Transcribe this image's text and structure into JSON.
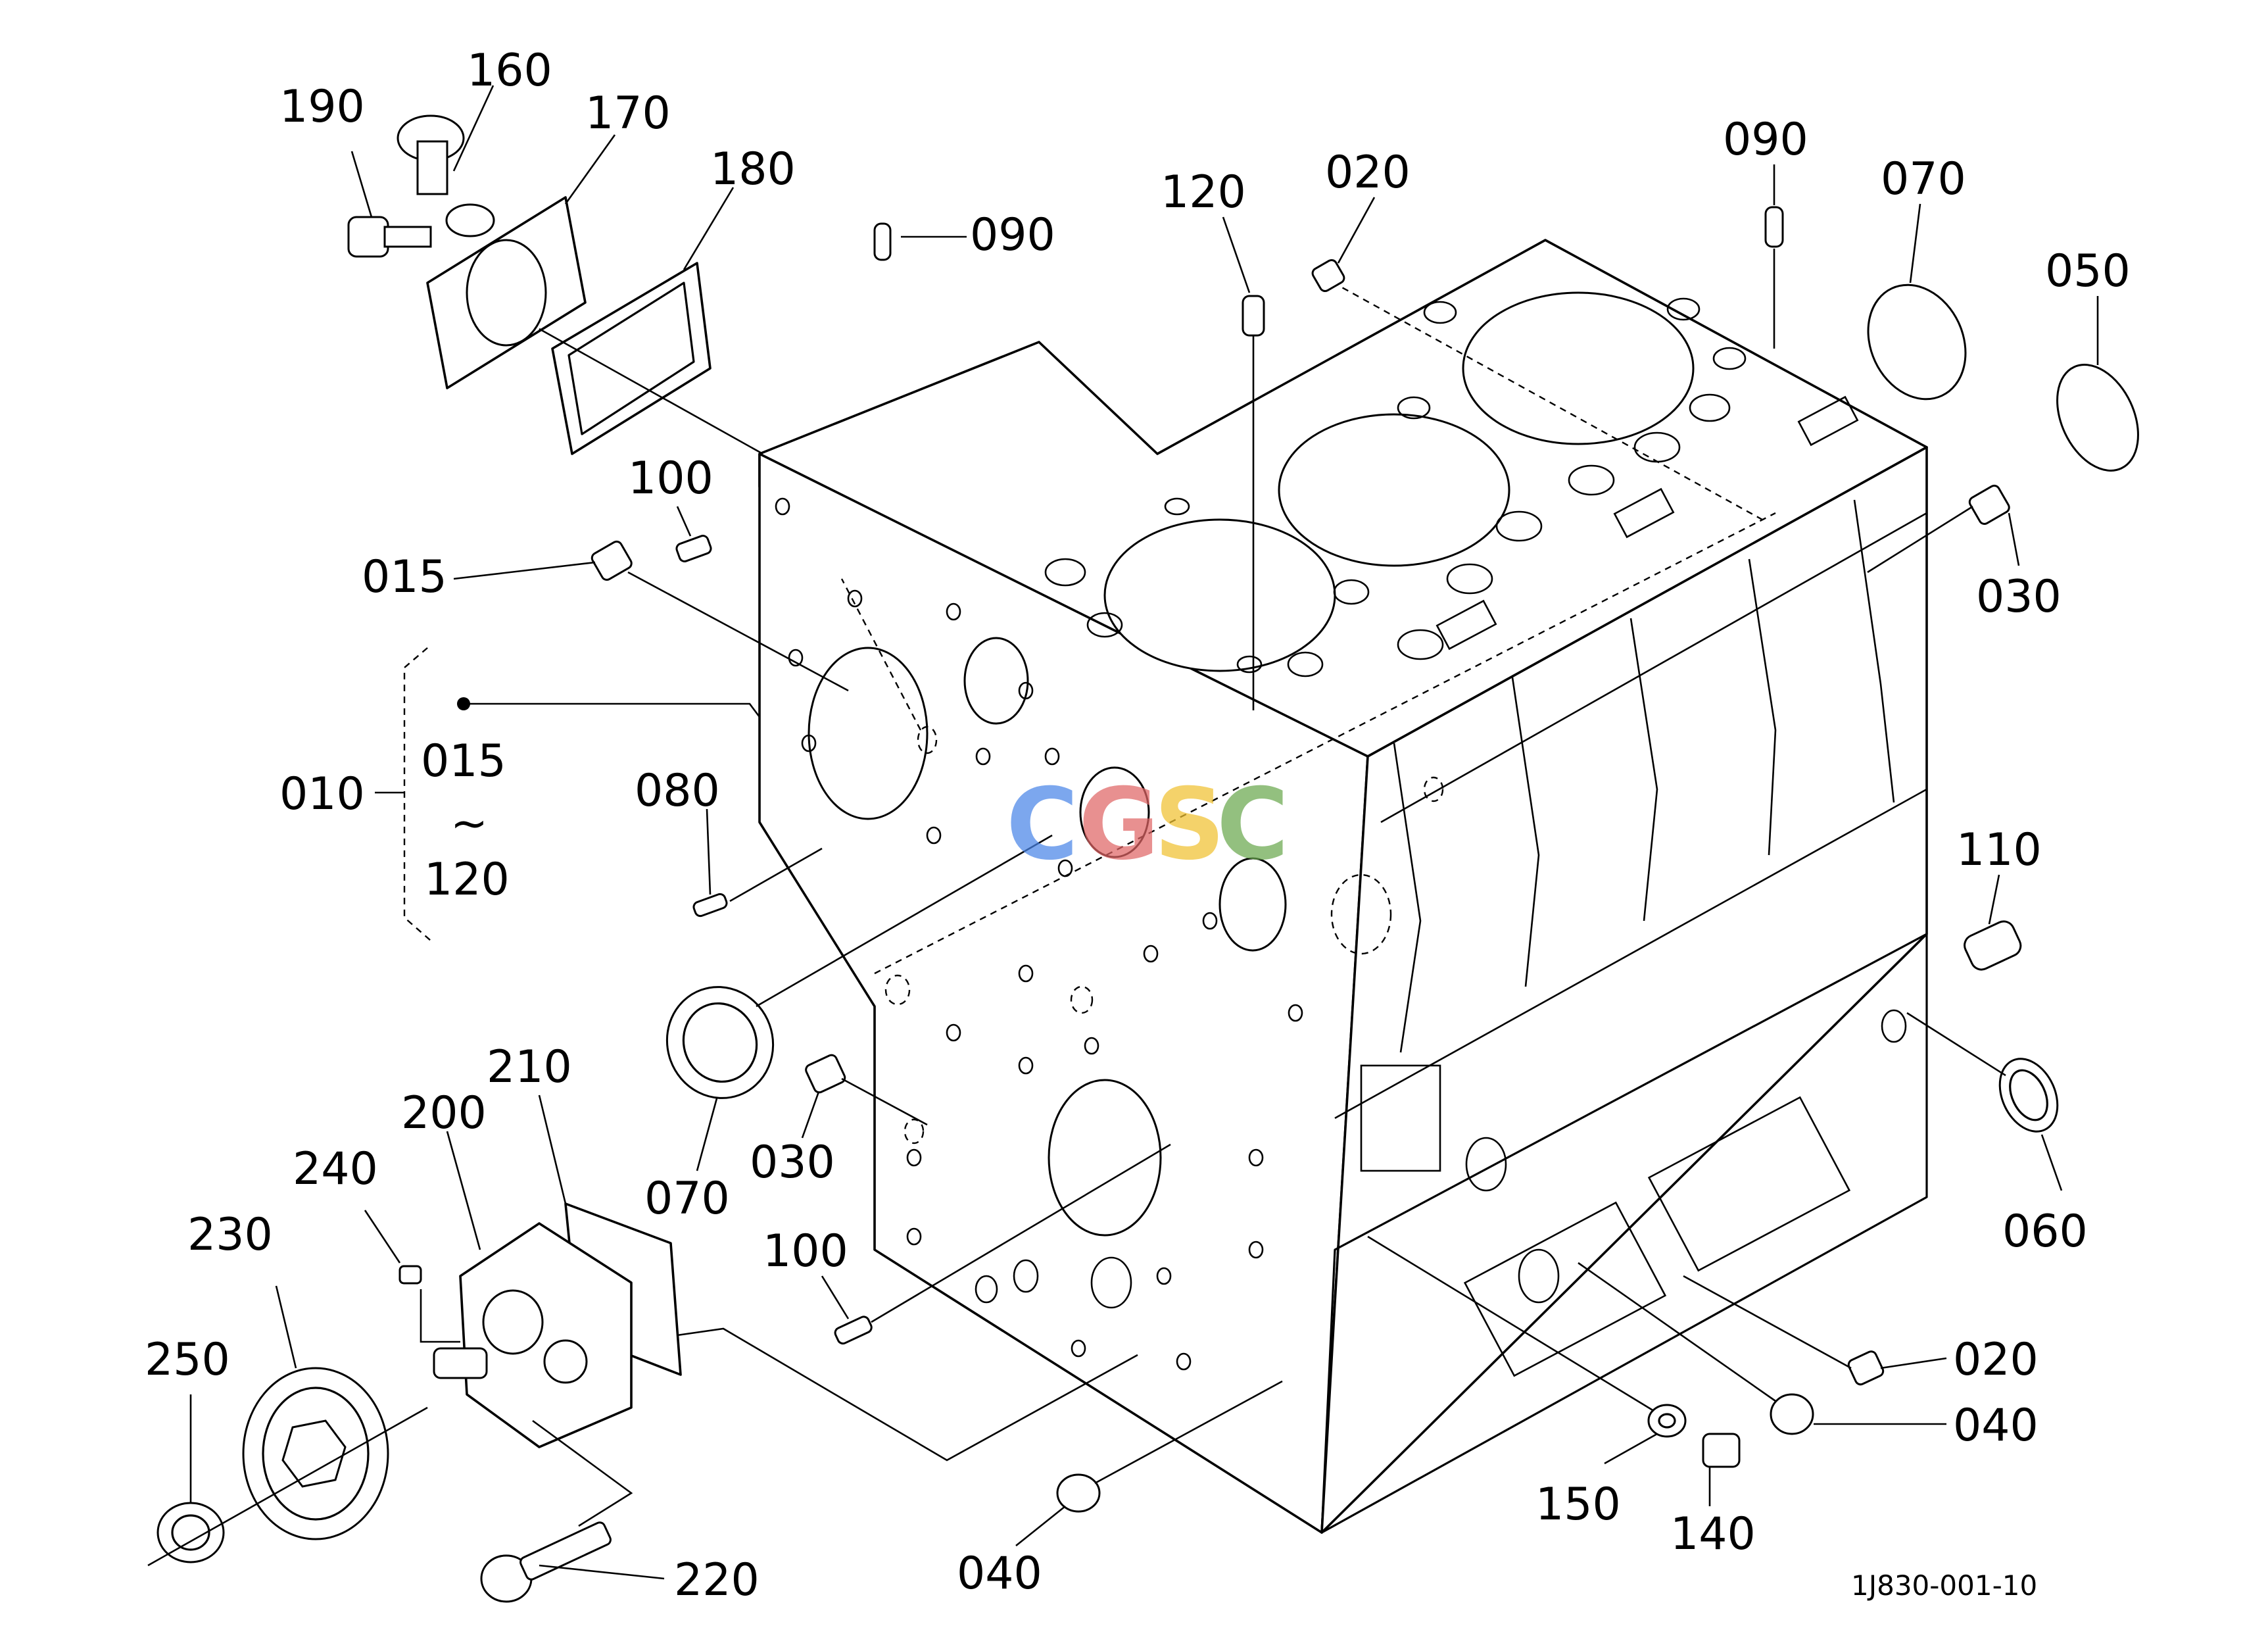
{
  "diagram": {
    "drawing_number": "1J830-001-10",
    "watermark": {
      "letters": [
        "C",
        "G",
        "S",
        "C"
      ],
      "colors": [
        "#4a86e8",
        "#e06666",
        "#f1c232",
        "#6aa84f"
      ]
    },
    "group_label": {
      "main": "010",
      "from": "015",
      "tilde": "~",
      "to": "120"
    },
    "part_labels": {
      "p190": "190",
      "p160": "160",
      "p170": "170",
      "p180": "180",
      "p100_top": "100",
      "p015": "015",
      "p080": "080",
      "p090_left": "090",
      "p120": "120",
      "p020_top": "020",
      "p090_right": "090",
      "p070_top": "070",
      "p050": "050",
      "p030_right": "030",
      "p110": "110",
      "p060": "060",
      "p020_bottom": "020",
      "p040_right": "040",
      "p150": "150",
      "p140": "140",
      "p040_bottom": "040",
      "p100_bottom": "100",
      "p030_left": "030",
      "p070_left": "070",
      "p210": "210",
      "p200": "200",
      "p240": "240",
      "p230": "230",
      "p250": "250",
      "p220": "220"
    }
  }
}
